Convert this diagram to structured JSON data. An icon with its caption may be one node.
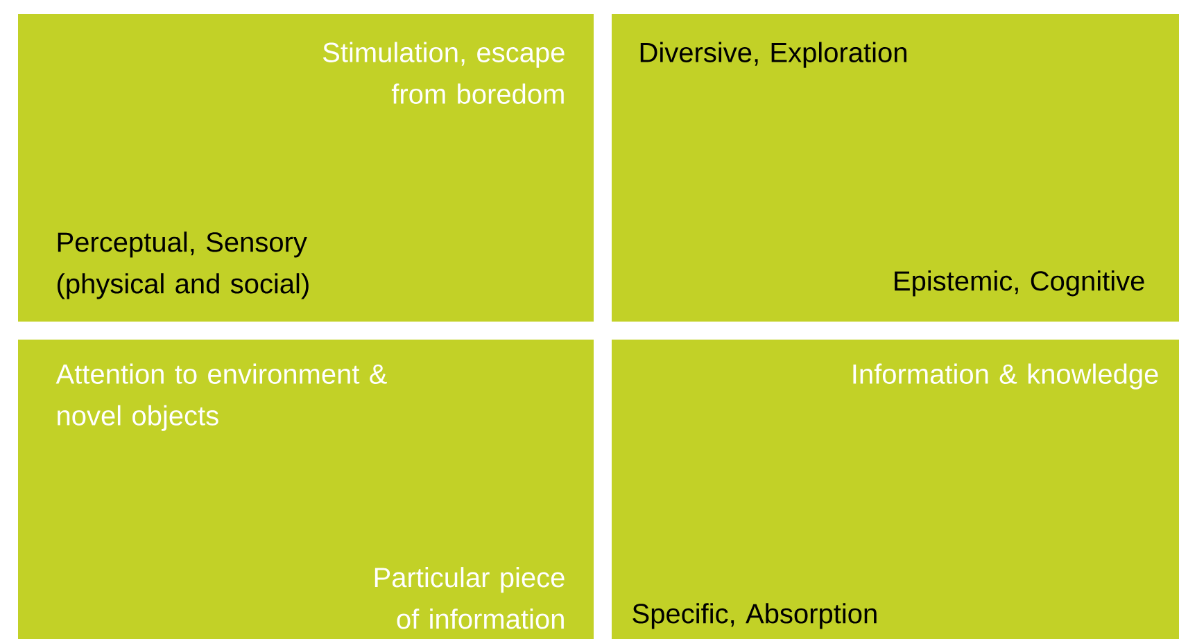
{
  "diagram": {
    "nodes": [
      {
        "text": [
          "Stimulation, escape from boredom",
          "Perceptual, Sensory (physical and social)"
        ]
      },
      {
        "text": [
          "Diversive, Exploration",
          "Epistemic, Cognitive"
        ]
      },
      {
        "text": [
          "Attention to environment & novel objects",
          "Particular piece of information"
        ]
      },
      {
        "text": [
          "Information & knowledge",
          "Specific, Absorption"
        ]
      }
    ]
  }
}
